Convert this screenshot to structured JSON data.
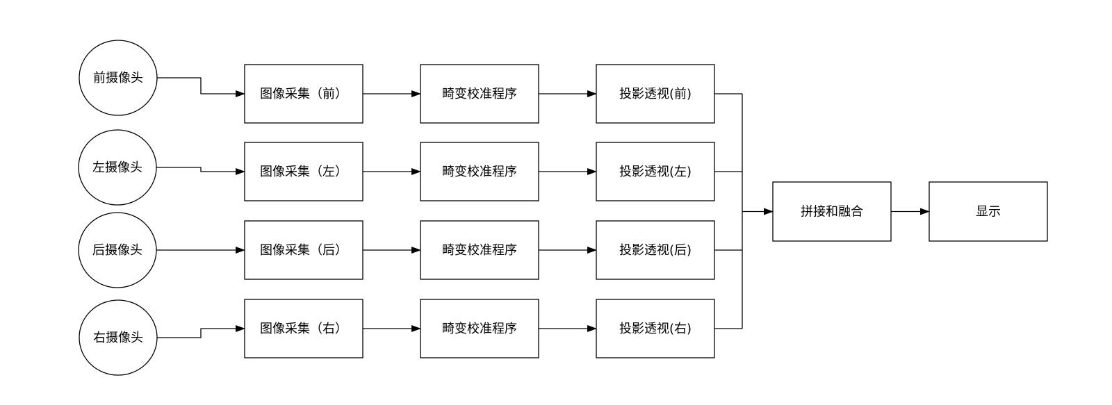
{
  "diagram": {
    "title": "surround-view-camera-pipeline-flowchart",
    "colors": {
      "background": "#ffffff",
      "shape_fill": "#ffffff",
      "stroke": "#000000",
      "text": "#000000"
    },
    "rows": [
      {
        "camera": "前摄像头",
        "capture": "图像采集（前）",
        "calibration": "畸变校准程序",
        "projection": "投影透视(前)"
      },
      {
        "camera": "左摄像头",
        "capture": "图像采集（左）",
        "calibration": "畸变校准程序",
        "projection": "投影透视(左)"
      },
      {
        "camera": "后摄像头",
        "capture": "图像采集（后）",
        "calibration": "畸变校准程序",
        "projection": "投影透视(后)"
      },
      {
        "camera": "右摄像头",
        "capture": "图像采集（右）",
        "calibration": "畸变校准程序",
        "projection": "投影透视(右)"
      }
    ],
    "stitch": {
      "label": "拼接和融合"
    },
    "display": {
      "label": "显示"
    }
  }
}
